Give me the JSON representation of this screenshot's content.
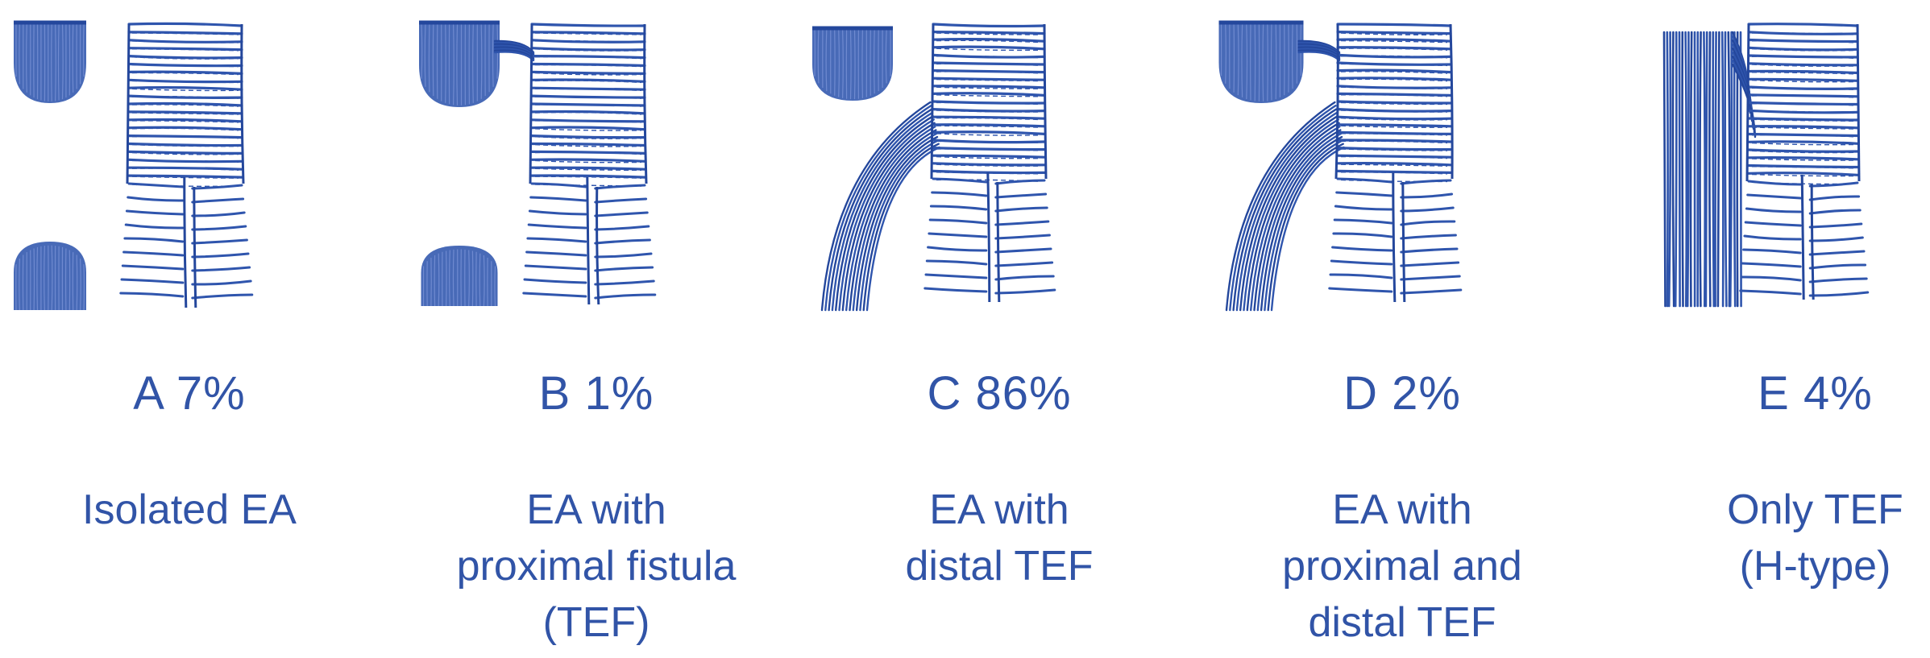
{
  "colors": {
    "ink": "#2f55ad",
    "ink_dark": "#24479c",
    "text": "#3154a7"
  },
  "panels": [
    {
      "id": "a",
      "type_label": "A 7%",
      "description": [
        "Isolated EA"
      ],
      "pouch": "separate",
      "fistula": "none"
    },
    {
      "id": "b",
      "type_label": "B 1%",
      "description": [
        "EA with",
        "proximal fistula",
        "(TEF)"
      ],
      "pouch": "separate",
      "fistula": "proximal"
    },
    {
      "id": "c",
      "type_label": "C 86%",
      "description": [
        "EA with",
        "distal TEF"
      ],
      "pouch": "separate",
      "fistula": "distal"
    },
    {
      "id": "d",
      "type_label": "D 2%",
      "description": [
        "EA with",
        "proximal and",
        "distal TEF"
      ],
      "pouch": "separate",
      "fistula": "proximal-and-distal"
    },
    {
      "id": "e",
      "type_label": "E 4%",
      "description": [
        "Only TEF",
        "(H-type)"
      ],
      "pouch": "continuous",
      "fistula": "h-type"
    }
  ]
}
